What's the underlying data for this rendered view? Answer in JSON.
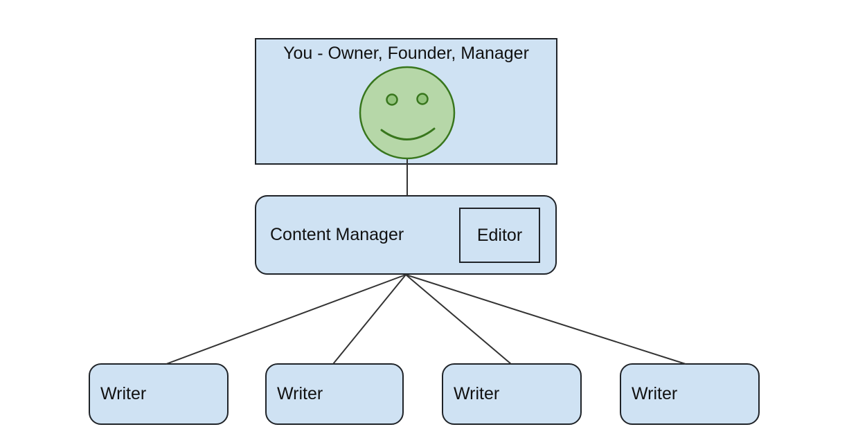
{
  "org_chart": {
    "owner": {
      "label": "You - Owner, Founder, Manager"
    },
    "manager": {
      "label": "Content Manager",
      "role_badge": "Editor"
    },
    "writers": [
      {
        "label": "Writer"
      },
      {
        "label": "Writer"
      },
      {
        "label": "Writer"
      },
      {
        "label": "Writer"
      }
    ],
    "colors": {
      "node_fill": "#cfe2f3",
      "node_border": "#1f2328",
      "face_fill": "#b6d7a8",
      "face_stroke": "#38761d",
      "eye_fill": "#93c47d",
      "connector": "#333333",
      "text_color": "#111111",
      "canvas_bg": "#ffffff"
    }
  }
}
